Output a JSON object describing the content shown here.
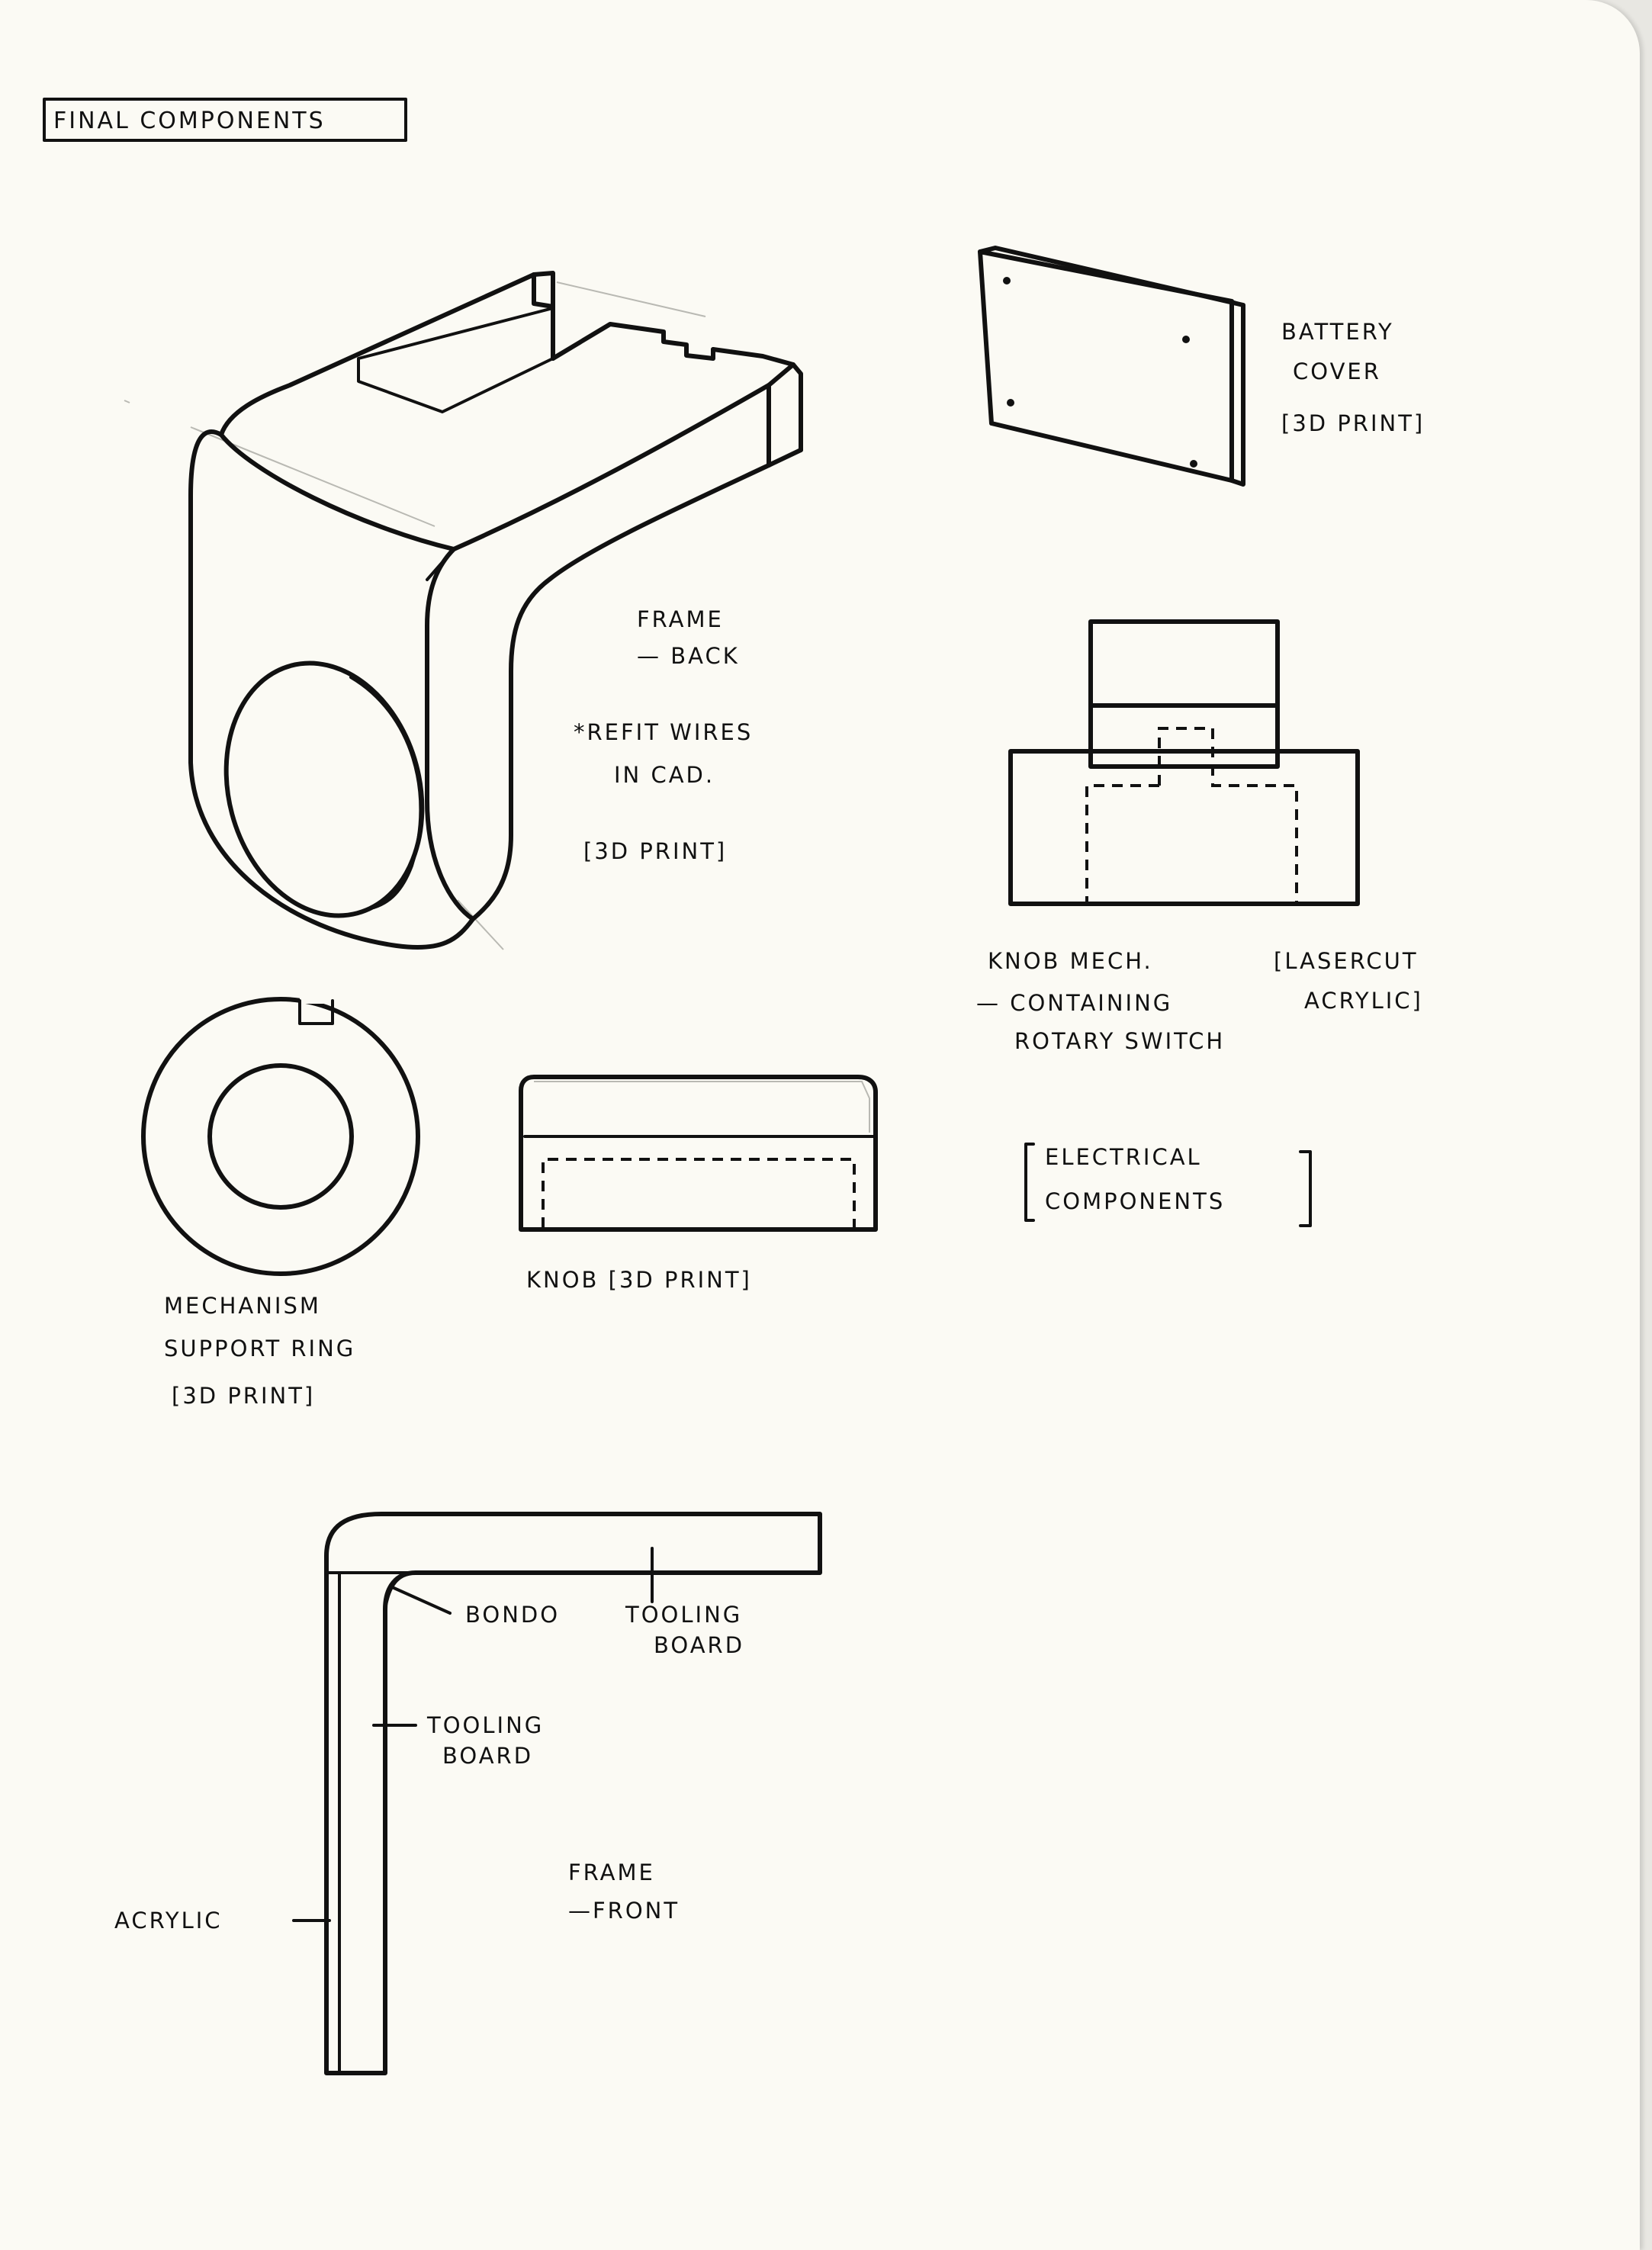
{
  "page": {
    "title": "FINAL COMPONENTS"
  },
  "components": {
    "frame_back": {
      "name": "FRAME",
      "subname": "— BACK",
      "note_1": "*REFIT WIRES",
      "note_2": "IN CAD.",
      "material": "[3D PRINT]"
    },
    "battery_cover": {
      "name_1": "BATTERY",
      "name_2": "COVER",
      "material": "[3D PRINT]"
    },
    "knob_mech": {
      "name": "KNOB MECH.",
      "desc_1": "— CONTAINING",
      "desc_2": "ROTARY SWITCH",
      "material_1": "[LASERCUT",
      "material_2": "ACRYLIC]"
    },
    "support_ring": {
      "name_1": "MECHANISM",
      "name_2": "SUPPORT RING",
      "material": "[3D PRINT]"
    },
    "knob": {
      "label": "KNOB [3D PRINT]"
    },
    "electrical": {
      "line_1": "ELECTRICAL",
      "line_2": "COMPONENTS"
    },
    "frame_front": {
      "name": "FRAME",
      "subname": "—FRONT",
      "callout_bondo": "BONDO",
      "callout_tooling_top_1": "TOOLING",
      "callout_tooling_top_2": "BOARD",
      "callout_tooling_side_1": "TOOLING",
      "callout_tooling_side_2": "BOARD",
      "callout_acrylic": "ACRYLIC"
    }
  }
}
